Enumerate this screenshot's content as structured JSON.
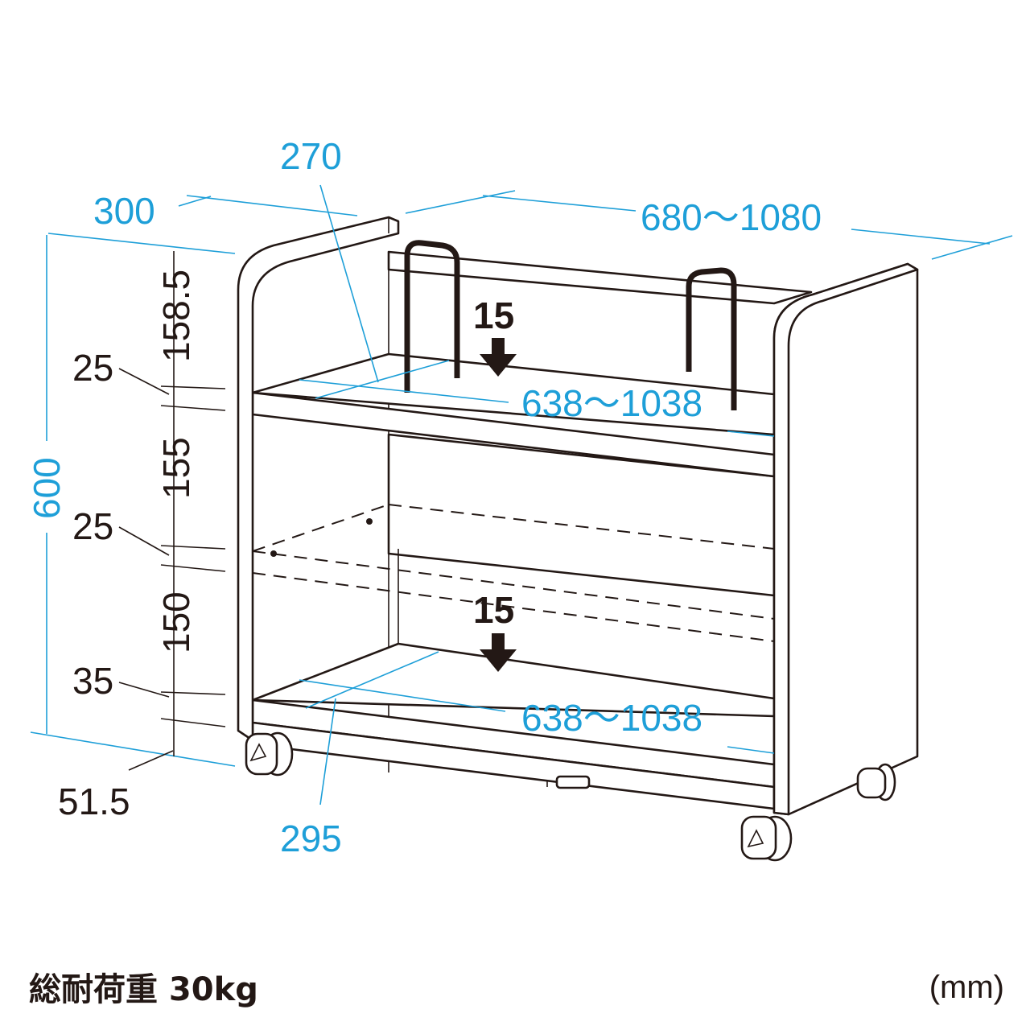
{
  "dimensions": {
    "depth_top": "270",
    "depth_outer": "300",
    "width": "680～1080",
    "height": "600",
    "top_gap": "158.5",
    "upper_shelf_thick": "25",
    "middle_gap": "155",
    "middle_shelf_thick": "25",
    "lower_gap": "150",
    "bottom_shelf_thick": "35",
    "caster_height": "51.5",
    "upper_inner_width": "638～1038",
    "lower_inner_width": "638～1038",
    "depth_bottom": "295"
  },
  "arrows": {
    "upper_step": "15",
    "lower_step": "15"
  },
  "caption": {
    "load": "総耐荷重 30kg",
    "unit": "(mm)"
  },
  "colors": {
    "dimension": "#1e9fd8",
    "line": "#231815",
    "background": "#ffffff"
  },
  "icons": [
    "down-arrow-icon",
    "caster-icon",
    "hanger-hook-icon"
  ]
}
